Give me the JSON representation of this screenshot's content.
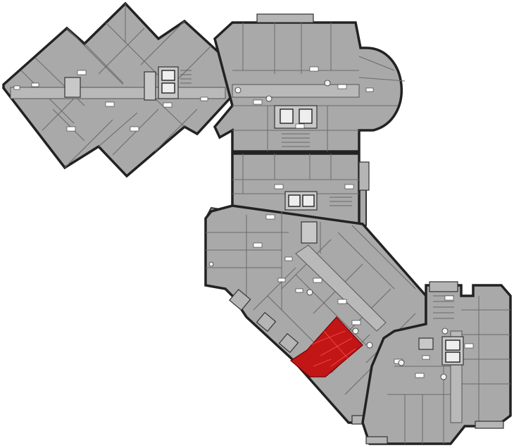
{
  "plan": {
    "background": "#ffffff",
    "building_fill": "#a9a9a9",
    "wall_color": "#333333",
    "selected_fill": "#c21616",
    "wings": [
      "north-west-cross-wing",
      "north-east-wing",
      "middle-wing",
      "diagonal-wing",
      "south-east-wing"
    ],
    "highlighted_unit": {
      "state": "selected",
      "wing": "diagonal-wing"
    }
  }
}
